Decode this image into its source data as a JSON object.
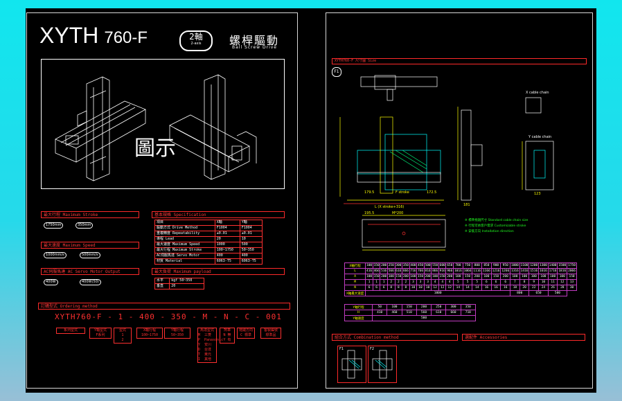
{
  "title": {
    "model": "XYTH",
    "variant": "760-F",
    "axes_cn": "2軸",
    "axes_en": "2-axis",
    "drive_cn": "螺桿驅動",
    "drive_en": "Ball Screw Drive"
  },
  "figure_label": "圖示",
  "left": {
    "stroke_title": "最大行程 Maximum Stroke",
    "stroke_x": "1750mm",
    "stroke_y": "350mm",
    "speed_title": "最大速度 Maximum Speed",
    "speed_x": "1000mm/s",
    "speed_y": "500mm/s",
    "motor_title": "AC伺服馬達 AC Servo Motor Output",
    "motor_x": "400W",
    "motor_y": "400W(50)",
    "spec_title": "基本規格 Specification",
    "spec_headers": [
      "項目",
      "X軸",
      "Y軸"
    ],
    "spec_rows": [
      [
        "驅動方式 Drive Method",
        "F1004",
        "F1004"
      ],
      [
        "重複精度 Repeatability",
        "±0.01",
        "±0.01"
      ],
      [
        "導程 Lead",
        "20",
        "10"
      ],
      [
        "最大速度 Maximum Speed",
        "1000",
        "500"
      ],
      [
        "最大行程 Maximum Stroke",
        "100~1750",
        "50~350"
      ],
      [
        "AC伺服馬達 Servo Motor",
        "400",
        "400"
      ],
      [
        "材質 Material",
        "6063-T5",
        "6063-T5"
      ]
    ],
    "payload_title": "最大負荷 Maximum payload",
    "payload_label": "水平",
    "payload_value": "kgf 50~350",
    "payload_row2_label": "垂直",
    "payload_row2_value": "20",
    "order_title": "訂購型式 Ordering method",
    "order_code": [
      "XYTH760-F",
      "1",
      "400",
      "350",
      "M",
      "N",
      "C",
      "001"
    ],
    "order_boxes": [
      {
        "label": "系列型式",
        "sub": ""
      },
      {
        "label": "Y軸型式",
        "sub": "F系列"
      },
      {
        "label": "型式",
        "sub": "1\n2"
      },
      {
        "label": "X軸行程",
        "sub": "100~1750"
      },
      {
        "label": "Y軸行程",
        "sub": "50~350"
      },
      {
        "label": "馬達型式",
        "sub": "M  三菱\nP  Panasonic\nY  安川\nD  台達\nT  東元\nI  其他"
      },
      {
        "label": "煞車",
        "sub": "N 無\nY 有"
      },
      {
        "label": "拖鏈方向",
        "sub": "C 標準"
      },
      {
        "label": "客製編號",
        "sub": "標準品"
      }
    ]
  },
  "right": {
    "header": "XYTH760-F 尺寸圖 Size",
    "marker": "F1",
    "dim_labels": [
      "179.5",
      "F stroke",
      "172.5",
      "L (X stroke+316)",
      "123",
      "181",
      "M*200",
      "195.5"
    ],
    "side_labels": [
      "X cable chain",
      "Y cable chain"
    ],
    "notes": [
      "※ 標準拖鏈尺寸 Standard cable chain size",
      "※ 行程可依客戶需求 Customizable stroke",
      "※ 安裝方向 Installation direction"
    ],
    "table1": {
      "head": [
        "X軸行程",
        "100",
        "150",
        "200",
        "250",
        "300",
        "350",
        "400",
        "450",
        "500",
        "550",
        "600",
        "650",
        "700",
        "750",
        "800",
        "850",
        "900",
        "950",
        "1000",
        "1100",
        "1200",
        "1300",
        "1400",
        "1500",
        "1750"
      ],
      "rows": [
        [
          "L",
          "416",
          "466",
          "516",
          "566",
          "616",
          "666",
          "716",
          "766",
          "816",
          "866",
          "916",
          "966",
          "1016",
          "1066",
          "1116",
          "1166",
          "1216",
          "1266",
          "1316",
          "1416",
          "1516",
          "1616",
          "1716",
          "1816",
          "2066"
        ],
        [
          "A",
          "100",
          "150",
          "200",
          "100",
          "150",
          "200",
          "100",
          "150",
          "200",
          "100",
          "150",
          "200",
          "100",
          "150",
          "200",
          "100",
          "150",
          "200",
          "100",
          "100",
          "100",
          "100",
          "100",
          "100",
          "150"
        ],
        [
          "M",
          "1",
          "1",
          "1",
          "2",
          "2",
          "2",
          "3",
          "3",
          "3",
          "4",
          "4",
          "4",
          "5",
          "5",
          "5",
          "6",
          "6",
          "6",
          "7",
          "8",
          "9",
          "10",
          "11",
          "12",
          "13"
        ],
        [
          "N",
          "6",
          "6",
          "6",
          "8",
          "8",
          "8",
          "10",
          "10",
          "10",
          "12",
          "12",
          "12",
          "14",
          "14",
          "14",
          "16",
          "16",
          "16",
          "18",
          "20",
          "22",
          "24",
          "26",
          "28",
          "30"
        ]
      ],
      "footer": [
        "X軸最大速度",
        "1000",
        "800",
        "650",
        "500"
      ]
    },
    "table2": {
      "head": [
        "Y軸行程",
        "50",
        "100",
        "150",
        "200",
        "250",
        "300",
        "350"
      ],
      "rows": [
        [
          "H",
          "410",
          "460",
          "510",
          "560",
          "610",
          "660",
          "710"
        ]
      ],
      "footer": [
        "Y軸速度",
        "500"
      ]
    },
    "combo_title": "組合方式 Combination method",
    "spare_title": "選配件 Accessories",
    "combo_labels": [
      "F1",
      "F2"
    ]
  }
}
